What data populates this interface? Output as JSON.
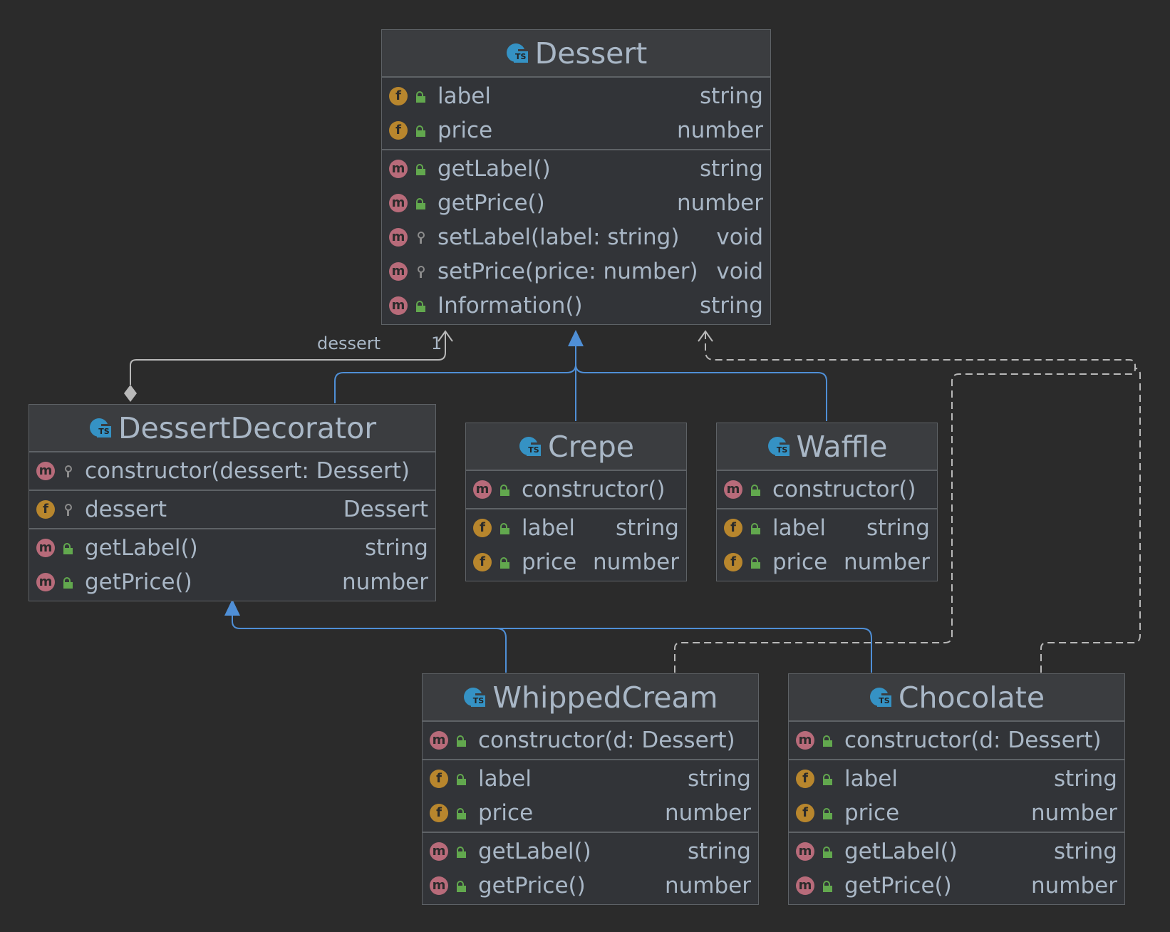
{
  "diagram": {
    "classes": {
      "dessert": {
        "name": "Dessert",
        "sections": [
          [
            {
              "kind": "f",
              "vis": "public",
              "name": "label",
              "type": "string"
            },
            {
              "kind": "f",
              "vis": "public",
              "name": "price",
              "type": "number"
            }
          ],
          [
            {
              "kind": "m",
              "vis": "public",
              "name": "getLabel()",
              "type": "string"
            },
            {
              "kind": "m",
              "vis": "public",
              "name": "getPrice()",
              "type": "number"
            },
            {
              "kind": "m",
              "vis": "private",
              "name": "setLabel(label: string)",
              "type": "void"
            },
            {
              "kind": "m",
              "vis": "private",
              "name": "setPrice(price: number)",
              "type": "void"
            },
            {
              "kind": "m",
              "vis": "public",
              "name": "Information()",
              "type": "string"
            }
          ]
        ]
      },
      "decorator": {
        "name": "DessertDecorator",
        "sections": [
          [
            {
              "kind": "m",
              "vis": "private",
              "name": "constructor(dessert: Dessert)",
              "type": ""
            }
          ],
          [
            {
              "kind": "f",
              "vis": "private",
              "name": "dessert",
              "type": "Dessert"
            }
          ],
          [
            {
              "kind": "m",
              "vis": "public",
              "name": "getLabel()",
              "type": "string"
            },
            {
              "kind": "m",
              "vis": "public",
              "name": "getPrice()",
              "type": "number"
            }
          ]
        ]
      },
      "crepe": {
        "name": "Crepe",
        "sections": [
          [
            {
              "kind": "m",
              "vis": "public",
              "name": "constructor()",
              "type": ""
            }
          ],
          [
            {
              "kind": "f",
              "vis": "public",
              "name": "label",
              "type": "string"
            },
            {
              "kind": "f",
              "vis": "public",
              "name": "price",
              "type": "number"
            }
          ]
        ]
      },
      "waffle": {
        "name": "Waffle",
        "sections": [
          [
            {
              "kind": "m",
              "vis": "public",
              "name": "constructor()",
              "type": ""
            }
          ],
          [
            {
              "kind": "f",
              "vis": "public",
              "name": "label",
              "type": "string"
            },
            {
              "kind": "f",
              "vis": "public",
              "name": "price",
              "type": "number"
            }
          ]
        ]
      },
      "whipped": {
        "name": "WhippedCream",
        "sections": [
          [
            {
              "kind": "m",
              "vis": "public",
              "name": "constructor(d: Dessert)",
              "type": ""
            }
          ],
          [
            {
              "kind": "f",
              "vis": "public",
              "name": "label",
              "type": "string"
            },
            {
              "kind": "f",
              "vis": "public",
              "name": "price",
              "type": "number"
            }
          ],
          [
            {
              "kind": "m",
              "vis": "public",
              "name": "getLabel()",
              "type": "string"
            },
            {
              "kind": "m",
              "vis": "public",
              "name": "getPrice()",
              "type": "number"
            }
          ]
        ]
      },
      "chocolate": {
        "name": "Chocolate",
        "sections": [
          [
            {
              "kind": "m",
              "vis": "public",
              "name": "constructor(d: Dessert)",
              "type": ""
            }
          ],
          [
            {
              "kind": "f",
              "vis": "public",
              "name": "label",
              "type": "string"
            },
            {
              "kind": "f",
              "vis": "public",
              "name": "price",
              "type": "number"
            }
          ],
          [
            {
              "kind": "m",
              "vis": "public",
              "name": "getLabel()",
              "type": "string"
            },
            {
              "kind": "m",
              "vis": "public",
              "name": "getPrice()",
              "type": "number"
            }
          ]
        ]
      }
    },
    "relations": {
      "aggregation_role": "dessert",
      "aggregation_multiplicity": "1"
    },
    "colors": {
      "background": "#2b2b2b",
      "inheritance": "#4f8fd6",
      "association": "#b9b9b9",
      "dependency": "#b9b9b9",
      "field_icon": "#b8862d",
      "method_icon": "#b86b7a",
      "public_icon": "#62a84e",
      "class_icon": "#3592c4"
    }
  }
}
